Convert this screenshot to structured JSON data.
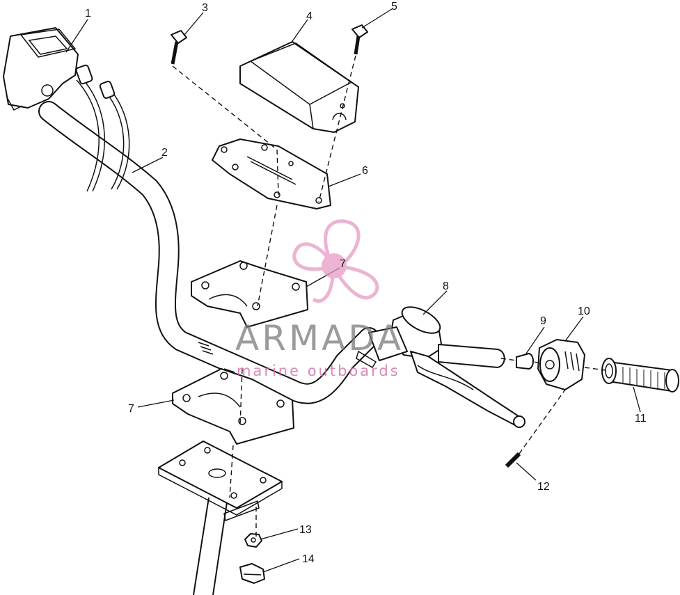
{
  "callouts": {
    "c1": "1",
    "c2": "2",
    "c3": "3",
    "c4": "4",
    "c5": "5",
    "c6": "6",
    "c7a": "7",
    "c7b": "7",
    "c8": "8",
    "c9": "9",
    "c10": "10",
    "c11": "11",
    "c12": "12",
    "c13": "13",
    "c14": "14"
  },
  "watermark": {
    "brand": "ARMADA",
    "tagline": "marine outboards",
    "color_logo": "#e79ac3",
    "color_text": "#7a7a7a"
  }
}
